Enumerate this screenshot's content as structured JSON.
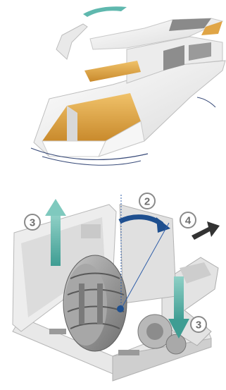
{
  "steps": {
    "rotate": "2",
    "lift": "3",
    "push": "4",
    "lower": "3"
  },
  "colors": {
    "teal_arrow": "#5fb8ae",
    "navy_arrow": "#1e4f8f",
    "dark_arrow": "#333333",
    "deck_gold": "#e1a84a",
    "hull_white": "#f4f4f4",
    "badge_grey": "#8a8a8a"
  }
}
